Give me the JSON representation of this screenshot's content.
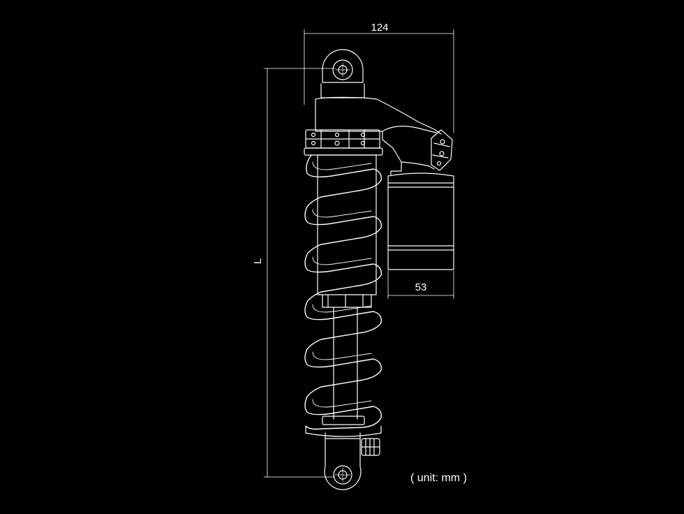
{
  "drawing": {
    "width_label": "124",
    "length_label": "L",
    "reservoir_label": "53",
    "unit_label": "( unit: mm )"
  },
  "colors": {
    "background": "#000000",
    "line": "#ffffff"
  }
}
